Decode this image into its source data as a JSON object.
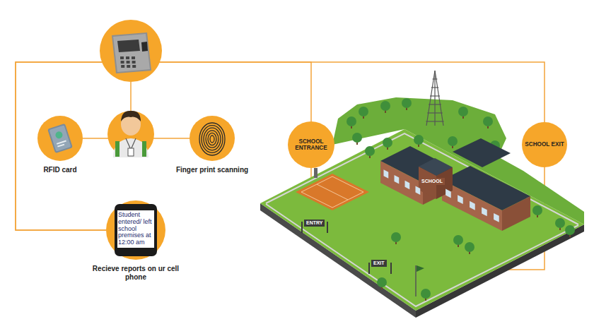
{
  "diagram": {
    "nodes": [
      {
        "text": [
          "RFID card"
        ]
      },
      {
        "text": [
          "Finger print scanning"
        ]
      },
      {
        "text": [
          "Student entered/ left school premises at 12:00 am",
          "Recieve reports on ur cell phone"
        ]
      },
      {
        "text": [
          "SCHOOL ENTRANCE"
        ]
      },
      {
        "text": [
          "SCHOOL EXIT"
        ]
      }
    ],
    "edges": [
      {
        "from": 0,
        "to": 1,
        "arrow": "none"
      },
      {
        "from": 2,
        "to": 3,
        "arrow": "none"
      },
      {
        "from": 2,
        "to": 4,
        "arrow": "none"
      }
    ],
    "labels": [
      "SCHOOL",
      "ENTRY",
      "EXIT"
    ]
  }
}
